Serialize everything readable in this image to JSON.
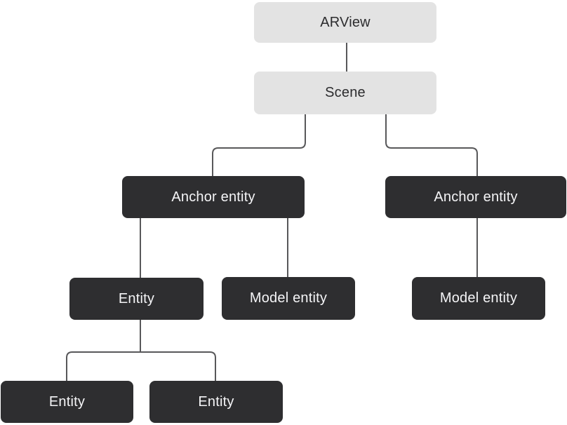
{
  "nodes": {
    "arview": {
      "label": "ARView",
      "variant": "light"
    },
    "scene": {
      "label": "Scene",
      "variant": "light"
    },
    "anchor_left": {
      "label": "Anchor entity",
      "variant": "dark"
    },
    "anchor_right": {
      "label": "Anchor entity",
      "variant": "dark"
    },
    "entity_mid": {
      "label": "Entity",
      "variant": "dark"
    },
    "model_left": {
      "label": "Model entity",
      "variant": "dark"
    },
    "model_right": {
      "label": "Model entity",
      "variant": "dark"
    },
    "entity_bottom_left": {
      "label": "Entity",
      "variant": "dark"
    },
    "entity_bottom_right": {
      "label": "Entity",
      "variant": "dark"
    }
  },
  "edges": [
    {
      "from": "arview",
      "to": "scene"
    },
    {
      "from": "scene",
      "to": "anchor_left"
    },
    {
      "from": "scene",
      "to": "anchor_right"
    },
    {
      "from": "anchor_left",
      "to": "entity_mid"
    },
    {
      "from": "anchor_left",
      "to": "model_left"
    },
    {
      "from": "anchor_right",
      "to": "model_right"
    },
    {
      "from": "entity_mid",
      "to": "entity_bottom_left"
    },
    {
      "from": "entity_mid",
      "to": "entity_bottom_right"
    }
  ],
  "colors": {
    "background": "#ffffff",
    "light_node_bg": "#e3e3e3",
    "light_node_text": "#2c2c2e",
    "dark_node_bg": "#2e2e30",
    "dark_node_text": "#f5f5f7",
    "connector": "#58585a"
  }
}
